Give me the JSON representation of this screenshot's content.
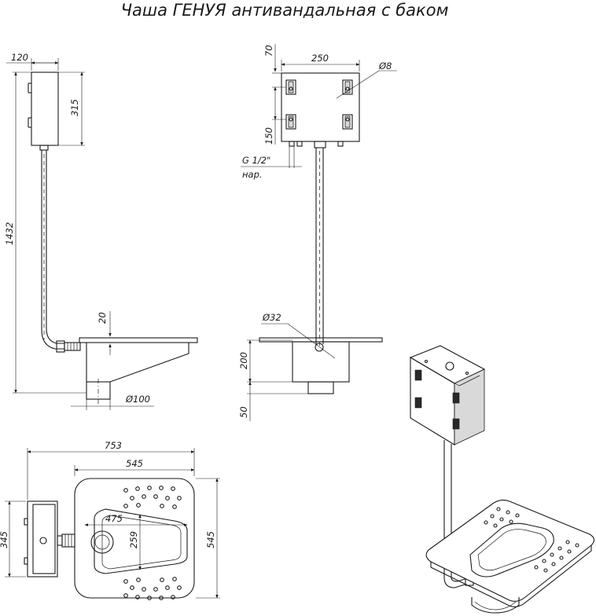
{
  "title": "Чаша ГЕНУЯ антивандальная с баком",
  "dimensions": {
    "d120": "120",
    "d315": "315",
    "d1432": "1432",
    "d20": "20",
    "d100": "Ø100",
    "d70": "70",
    "d250": "250",
    "d8": "Ø8",
    "d150": "150",
    "thread": "G 1/2\"",
    "thread_note": "нар.",
    "d32": "Ø32",
    "d200": "200",
    "d50": "50",
    "d753": "753",
    "d545_top": "545",
    "d545_side": "545",
    "d345": "345",
    "d475": "475",
    "d259": "259"
  }
}
